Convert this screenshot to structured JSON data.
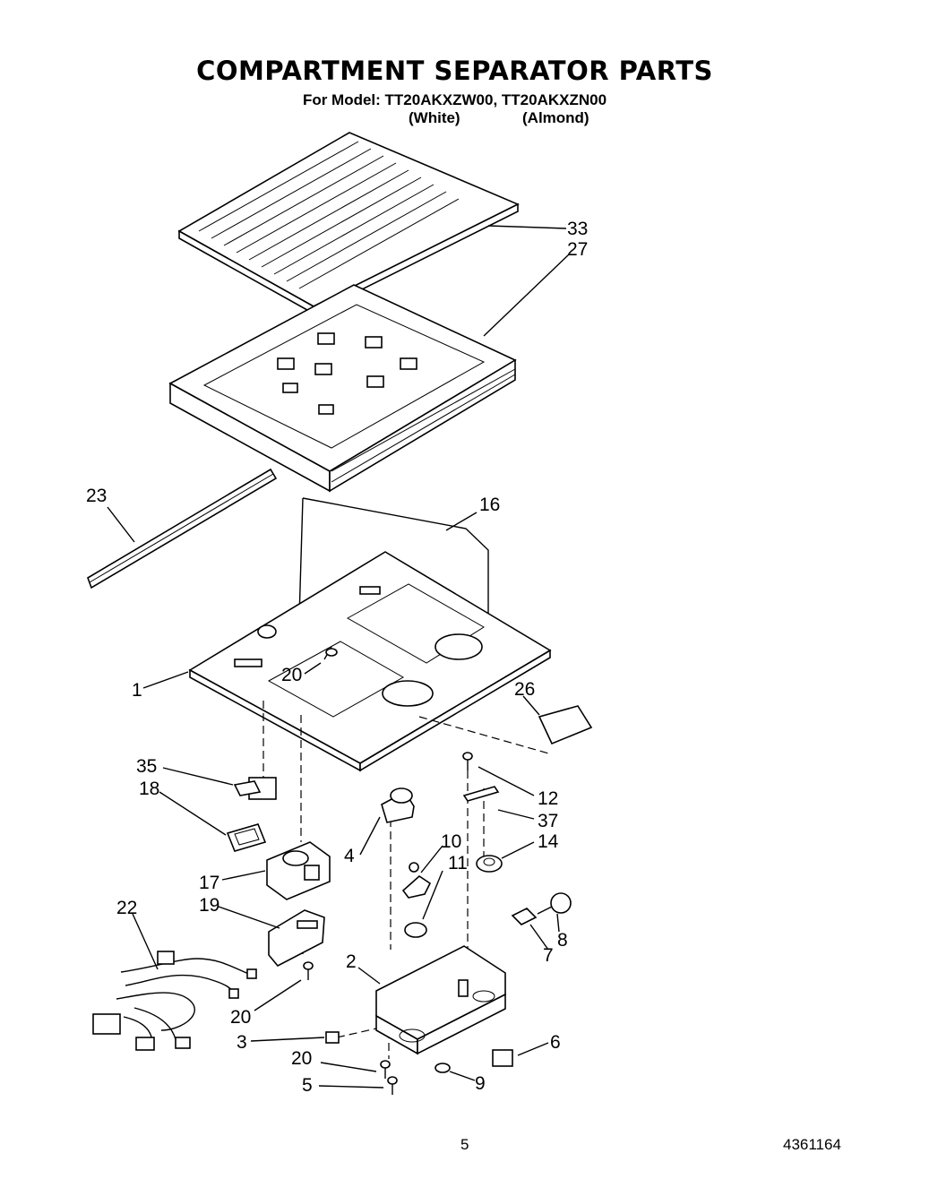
{
  "header": {
    "title": "COMPARTMENT SEPARATOR PARTS",
    "model_line": "For Model: TT20AKXZW00, TT20AKXZN00",
    "variant_white": "(White)",
    "variant_almond": "(Almond)"
  },
  "callouts": {
    "c33": "33",
    "c27": "27",
    "c23": "23",
    "c16": "16",
    "c1": "1",
    "c20a": "20",
    "c26": "26",
    "c35": "35",
    "c18": "18",
    "c12": "12",
    "c37": "37",
    "c4": "4",
    "c10": "10",
    "c11": "11",
    "c14": "14",
    "c17": "17",
    "c19": "19",
    "c22": "22",
    "c8": "8",
    "c7": "7",
    "c2": "2",
    "c20b": "20",
    "c3": "3",
    "c6": "6",
    "c20c": "20",
    "c9": "9",
    "c5": "5"
  },
  "footer": {
    "page_number": "5",
    "document_number": "4361164"
  }
}
